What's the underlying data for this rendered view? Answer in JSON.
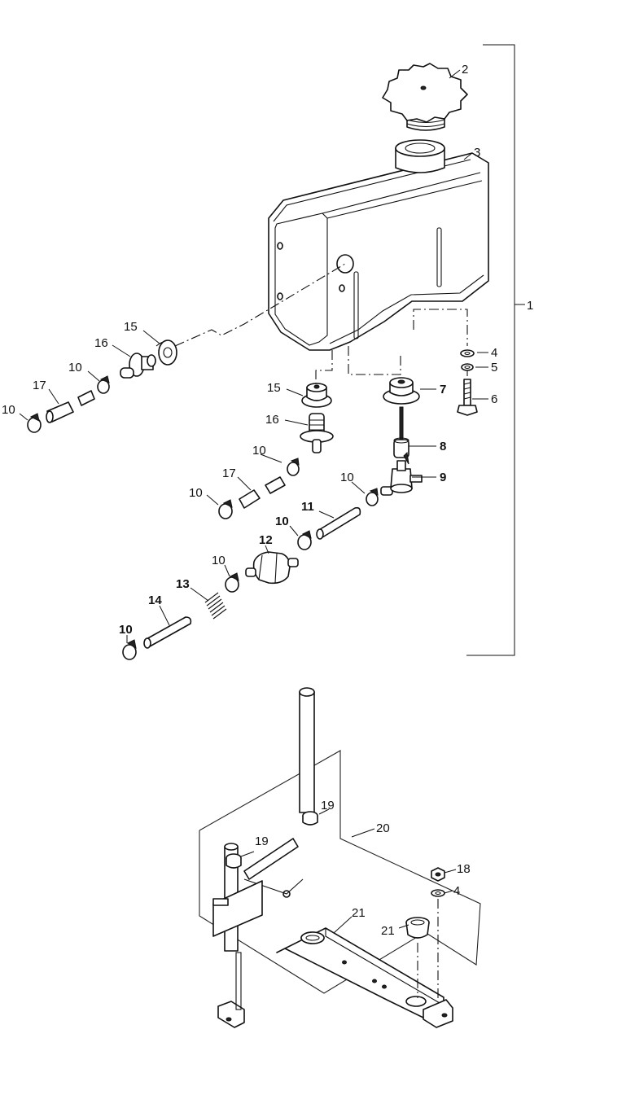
{
  "diagram": {
    "callouts": {
      "c1": "1",
      "c2": "2",
      "c3": "3",
      "c4": "4",
      "c5": "5",
      "c6": "6",
      "c7": "7",
      "c8": "8",
      "c9": "9",
      "c10a": "10",
      "c10b": "10",
      "c10c": "10",
      "c10d": "10",
      "c10e": "10",
      "c10f": "10",
      "c10g": "10",
      "c10h": "10",
      "c11": "11",
      "c12": "12",
      "c13": "13",
      "c14": "14",
      "c15a": "15",
      "c15b": "15",
      "c16a": "16",
      "c16b": "16",
      "c17a": "17",
      "c17b": "17",
      "c18": "18",
      "c19a": "19",
      "c19b": "19",
      "c20": "20",
      "c4b": "4",
      "c21a": "21",
      "c21b": "21"
    }
  }
}
